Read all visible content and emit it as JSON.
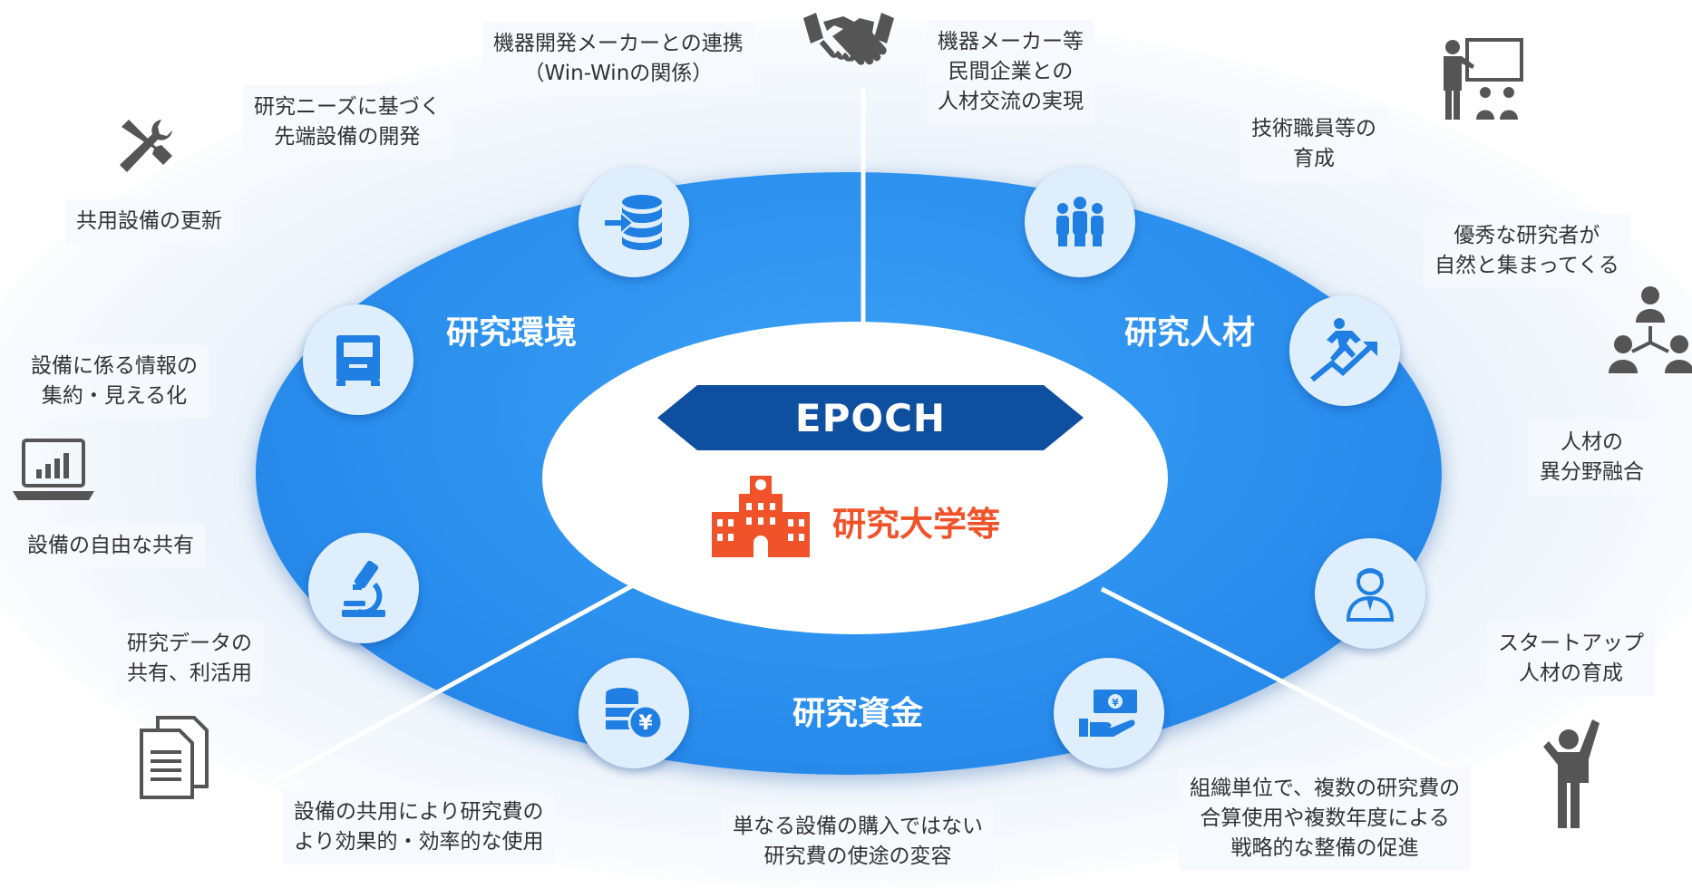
{
  "center": {
    "brand": "EPOCH",
    "institution": "研究大学等"
  },
  "sections": {
    "environment": "研究環境",
    "talent": "研究人材",
    "funding": "研究資金"
  },
  "labels": {
    "partner_dev": [
      "機器開発メーカーとの連携",
      "（Win-Winの関係）"
    ],
    "exchange": [
      "機器メーカー等",
      "民間企業との",
      "人材交流の実現"
    ],
    "advanced_dev": [
      "研究ニーズに基づく",
      "先端設備の開発"
    ],
    "tech_staff": [
      "技術職員等の",
      "育成"
    ],
    "update": [
      "共用設備の更新"
    ],
    "gather": [
      "優秀な研究者が",
      "自然と集まってくる"
    ],
    "info": [
      "設備に係る情報の",
      "集約・見える化"
    ],
    "fusion": [
      "人材の",
      "異分野融合"
    ],
    "free_share": [
      "設備の自由な共有"
    ],
    "data_use": [
      "研究データの",
      "共有、利活用"
    ],
    "startup": [
      "スタートアップ",
      "人材の育成"
    ],
    "efficient": [
      "設備の共用により研究費の",
      "より効果的・効率的な使用"
    ],
    "transform": [
      "単なる設備の購入ではない",
      "研究費の使途の変容"
    ],
    "strategic": [
      "組織単位で、複数の研究費の",
      "合算使用や複数年度による",
      "戦略的な整備の促進"
    ]
  },
  "icons": {
    "handshake": "handshake-icon",
    "tools": "wrench-screwdriver-icon",
    "lecture": "lecture-icon",
    "network": "people-network-icon",
    "laptop": "laptop-chart-icon",
    "document": "document-icon",
    "cheer": "cheering-person-icon",
    "database": "database-icon",
    "machine": "equipment-icon",
    "microscope": "microscope-icon",
    "coins": "yen-coins-icon",
    "hand_money": "hand-money-icon",
    "team": "team-icon",
    "runner": "runner-growth-icon",
    "person": "business-person-icon",
    "university": "university-building-icon"
  },
  "colors": {
    "ring": "#2b8fee",
    "epoch_band": "#0e4fa0",
    "institution": "#f0522a",
    "node": "#dfeefc",
    "node_icon": "#1f7fe3",
    "gray_icon": "#555555"
  }
}
